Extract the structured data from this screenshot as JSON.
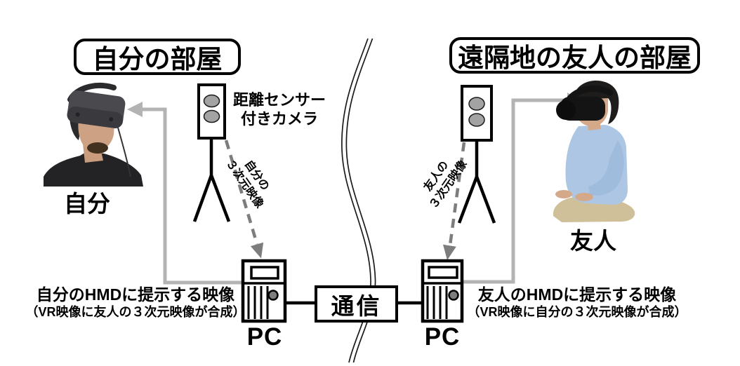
{
  "left_room": {
    "title": "自分の部屋",
    "person_label": "自分",
    "camera_label": [
      "距離センサー",
      "付きカメラ"
    ],
    "stream_label": [
      "自分の",
      "３次元映像"
    ],
    "pc_label": "PC",
    "caption": [
      "自分のHMDに提示する映像",
      "（VR映像に友人の３次元映像が合成）"
    ]
  },
  "right_room": {
    "title": "遠隔地の友人の部屋",
    "person_label": "友人",
    "stream_label": [
      "友人の",
      "３次元映像"
    ],
    "pc_label": "PC",
    "caption": [
      "友人のHMDに提示する映像",
      "（VR映像に自分の３次元映像が合成）"
    ]
  },
  "link": {
    "label": "通信"
  },
  "colors": {
    "ink": "#000000",
    "solid_arrow_gray": "#b3b3b3",
    "dashed_arrow_gray": "#7d7d7d",
    "camera_lens_gray": "#a3a3a3",
    "pc_dot_gray": "#7d7d7d"
  }
}
